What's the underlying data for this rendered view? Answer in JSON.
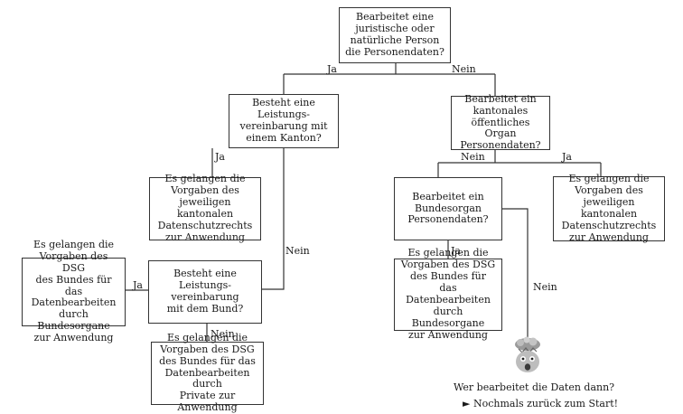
{
  "nodes": {
    "start": "Bearbeitet eine\njuristische oder\nnatürliche Person\ndie Personendaten?",
    "kanton_vertrag": "Besteht eine\nLeistungs-\nvereinbarung mit\neinem Kanton?",
    "kanton_organ": "Bearbeitet ein\nkantonales\nöffentliches Organ\nPersonendaten?",
    "kanton_recht_left": "Es gelangen die\nVorgaben des\njeweiligen kantonalen\nDatenschutzrechts\nzur Anwendung",
    "bund_vertrag": "Besteht eine\nLeistungs-\nvereinbarung\nmit dem Bund?",
    "dsg_bundesorgane_left": "Es gelangen die\nVorgaben des DSG\ndes Bundes für das\nDatenbearbeiten\ndurch Bundesorgane\nzur Anwendung",
    "dsg_private": "Es gelangen die\nVorgaben des DSG\ndes Bundes für das\nDatenbearbeiten durch\nPrivate zur Anwendung",
    "bundesorgan": "Bearbeitet ein\nBundesorgan\nPersonendaten?",
    "kanton_recht_right": "Es gelangen die\nVorgaben des\njeweiligen kantonalen\nDatenschutzrechts\nzur Anwendung",
    "dsg_bundesorgane_right": "Es gelangen die\nVorgaben des DSG\ndes Bundes für das\nDatenbearbeiten\ndurch Bundesorgane\nzur Anwendung"
  },
  "edge_labels": {
    "start_ja": "Ja",
    "start_nein": "Nein",
    "kanton_vertrag_ja": "Ja",
    "kanton_vertrag_nein": "Nein",
    "bund_vertrag_ja": "Ja",
    "bund_vertrag_nein": "Nein",
    "kanton_organ_nein": "Nein",
    "kanton_organ_ja": "Ja",
    "bundesorgan_ja": "Ja",
    "bundesorgan_nein": "Nein"
  },
  "footer": {
    "question": "Wer bearbeitet die Daten dann?",
    "restart": "► Nochmals zurück zum Start!"
  },
  "icons": {
    "end_emoji": "exploding-head-icon"
  }
}
